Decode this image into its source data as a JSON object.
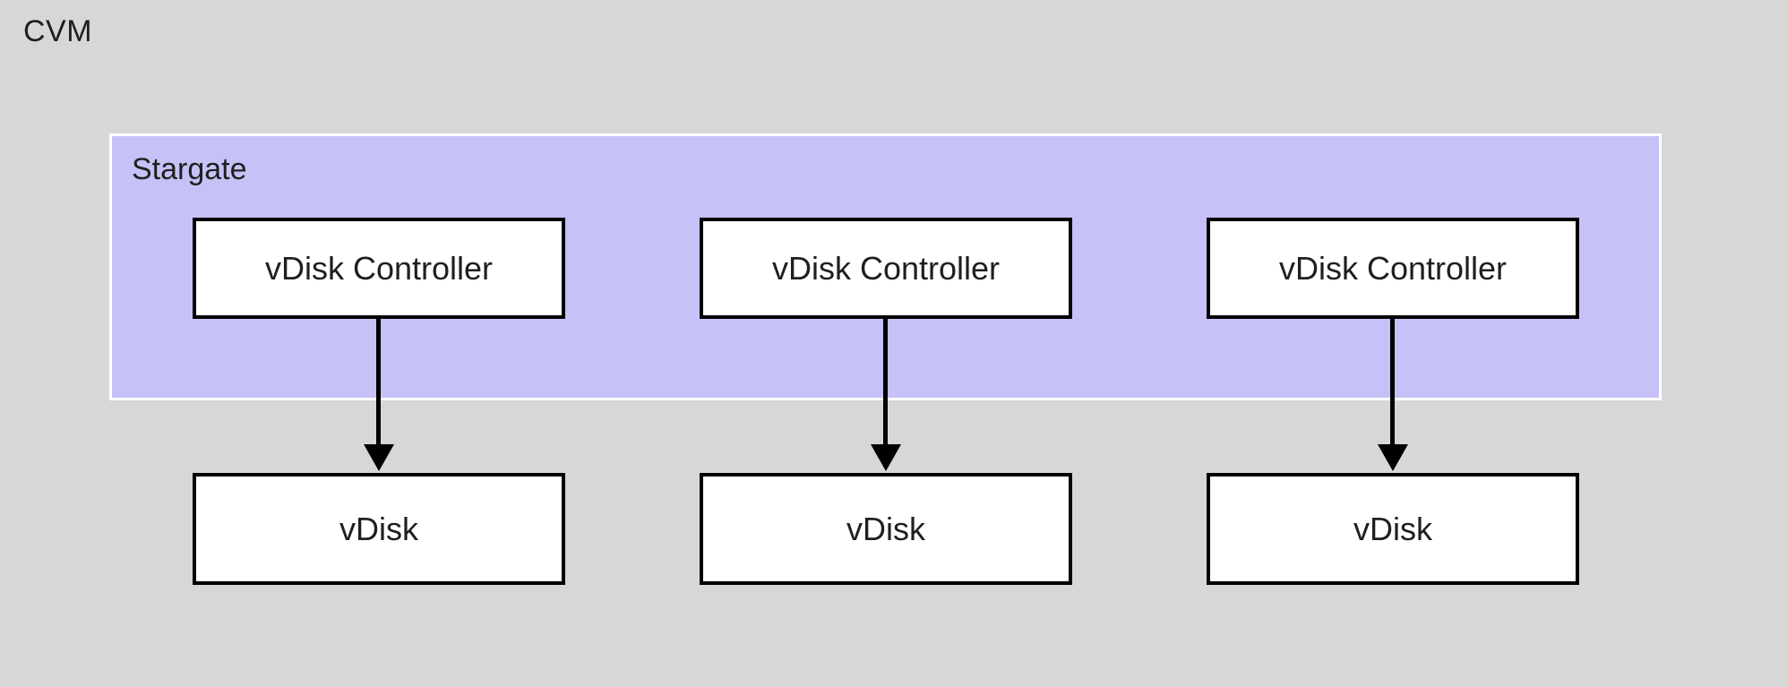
{
  "colors": {
    "background": "#d7d7d7",
    "stargate_fill": "#c6c2f7",
    "box_fill": "#ffffff",
    "box_border": "#000000",
    "arrow": "#000000",
    "text": "#1f1f1f"
  },
  "diagram": {
    "outer_label": "CVM",
    "stargate": {
      "label": "Stargate",
      "controllers": [
        {
          "label": "vDisk Controller"
        },
        {
          "label": "vDisk Controller"
        },
        {
          "label": "vDisk Controller"
        }
      ]
    },
    "vdisks": [
      {
        "label": "vDisk"
      },
      {
        "label": "vDisk"
      },
      {
        "label": "vDisk"
      }
    ]
  }
}
